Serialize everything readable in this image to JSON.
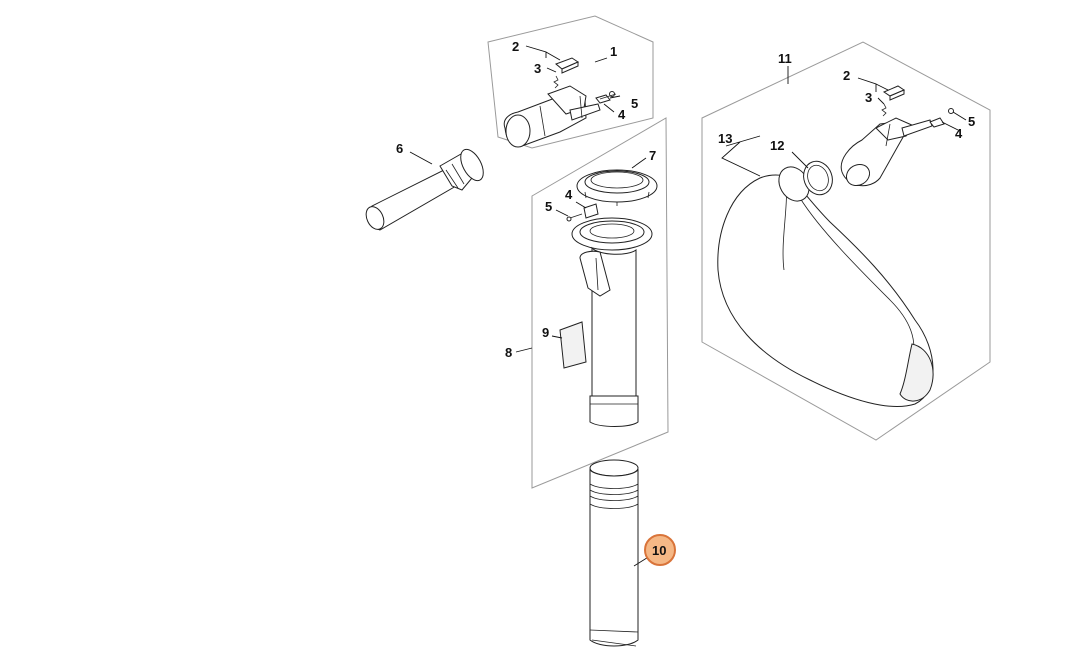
{
  "diagram": {
    "highlight_color": "#f5b886",
    "highlight_stroke": "#d9743a",
    "callouts": {
      "c1": "1",
      "c2a": "2",
      "c3a": "3",
      "c4a": "4",
      "c5a": "5",
      "c6": "6",
      "c7": "7",
      "c4b": "4",
      "c5b": "5",
      "c8": "8",
      "c9": "9",
      "c10": "10",
      "c11": "11",
      "c2c": "2",
      "c3c": "3",
      "c4c": "4",
      "c5c": "5",
      "c12": "12",
      "c13": "13"
    },
    "selected_callout": "10"
  }
}
